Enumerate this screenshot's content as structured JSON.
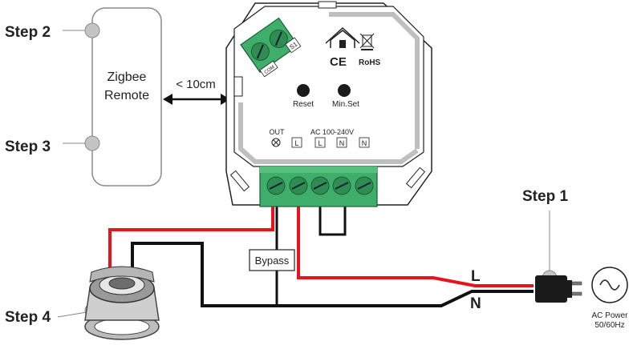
{
  "steps": {
    "step1": "Step 1",
    "step2": "Step 2",
    "step3": "Step 3",
    "step4": "Step 4"
  },
  "remote": {
    "line1": "Zigbee",
    "line2": "Remote"
  },
  "distance": "< 10cm",
  "module": {
    "terminal_s1": "S1",
    "terminal_com": "COM",
    "ce": "CE",
    "rohs": "RoHS",
    "reset": "Reset",
    "min_set": "Min.Set",
    "out": "OUT",
    "ac_range": "AC 100-240V",
    "terminals": [
      "L",
      "L",
      "N",
      "N"
    ]
  },
  "bypass": "Bypass",
  "wires": {
    "live": "L",
    "neutral": "N"
  },
  "power": {
    "line1": "AC Power",
    "line2": "50/60Hz"
  },
  "colors": {
    "live_wire": "#e8141c",
    "neutral_wire": "#111111",
    "terminal_green": "#3fae6a",
    "module_gray": "#d9d9d9"
  }
}
